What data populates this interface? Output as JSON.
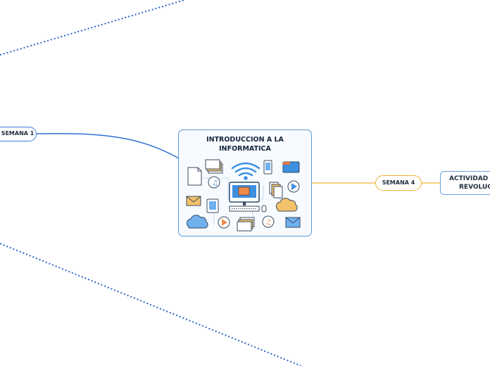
{
  "central": {
    "title": "INTRODUCCION A LA INFORMATICA"
  },
  "branches": {
    "semana1": "SEMANA 1",
    "semana4": "SEMANA 4",
    "actividad_line1": "ACTIVIDAD",
    "actividad_line2": "REVOLUC"
  },
  "colors": {
    "blue_branch": "#2f6fd6",
    "orange_branch": "#f0b23a",
    "dotted": "#2a64c8"
  }
}
